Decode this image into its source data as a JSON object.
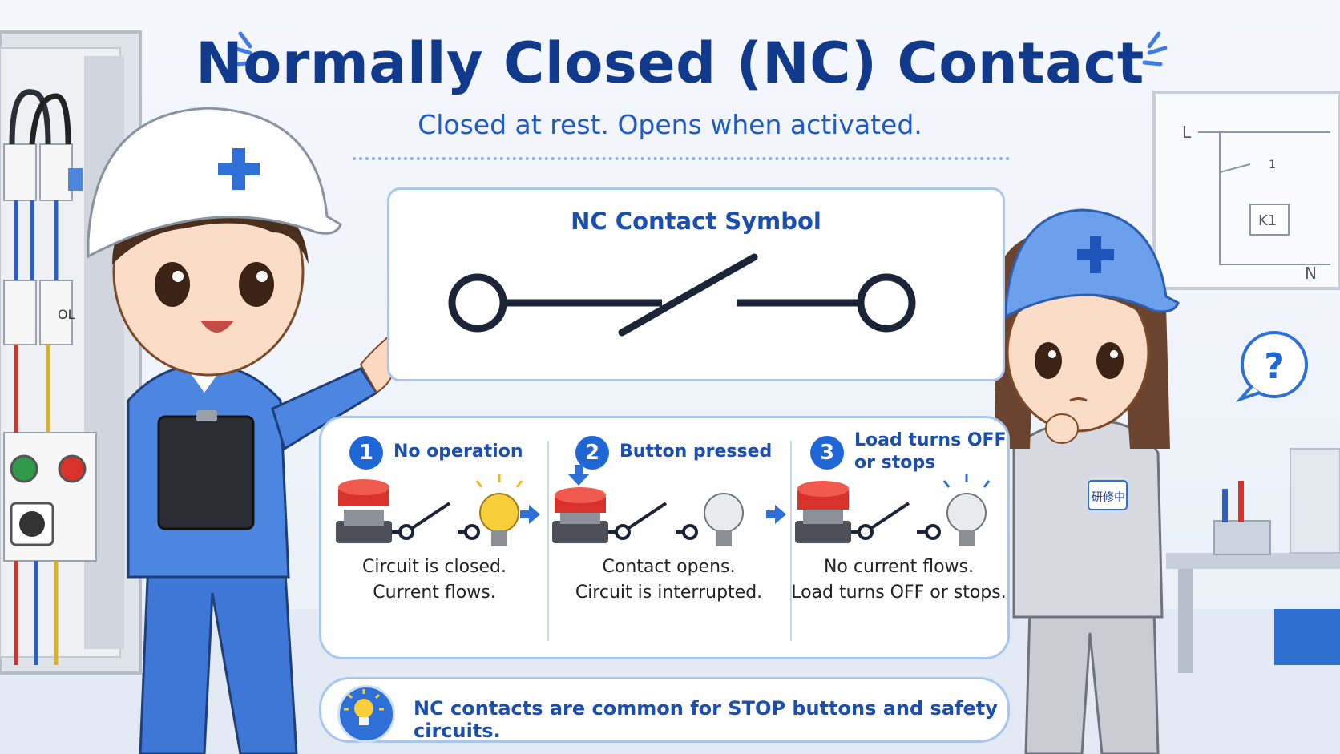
{
  "title": "Normally Closed (NC) Contact",
  "subtitle": "Closed at rest. Opens when activated.",
  "symbol_card": {
    "title": "NC Contact Symbol"
  },
  "steps": [
    {
      "number": "1",
      "label_lines": [
        "No operation"
      ],
      "desc_lines": [
        "Circuit is closed.",
        "Current flows."
      ],
      "lamp": "on"
    },
    {
      "number": "2",
      "label_lines": [
        "Button pressed"
      ],
      "desc_lines": [
        "Contact opens.",
        "Circuit is interrupted."
      ],
      "lamp": "off"
    },
    {
      "number": "3",
      "label_lines": [
        "Load turns OFF",
        "or stops"
      ],
      "desc_lines": [
        "No current flows.",
        "Load turns OFF or stops."
      ],
      "lamp": "off"
    }
  ],
  "note": "NC contacts are common for STOP buttons and safety circuits.",
  "background": {
    "panel_label": "OL",
    "diagram_labels": {
      "line": "L",
      "neutral": "N",
      "coil": "K1",
      "contact_ref": "1"
    },
    "trainee_badge": "研修中",
    "question_mark": "?"
  },
  "colors": {
    "title": "#123a8c",
    "accent": "#1f66d6",
    "card_border": "#a9c6ee",
    "lamp_on": "#f7cf3a",
    "button_red": "#d8322b"
  }
}
